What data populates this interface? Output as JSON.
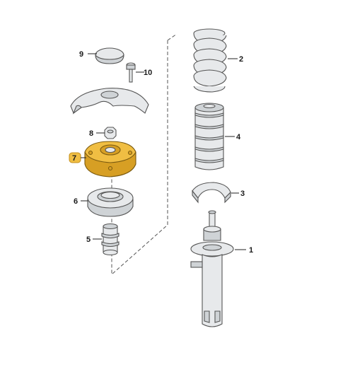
{
  "callouts": [
    {
      "number": "1",
      "highlighted": false
    },
    {
      "number": "2",
      "highlighted": false
    },
    {
      "number": "3",
      "highlighted": false
    },
    {
      "number": "4",
      "highlighted": false
    },
    {
      "number": "5",
      "highlighted": false
    },
    {
      "number": "6",
      "highlighted": false
    },
    {
      "number": "7",
      "highlighted": true
    },
    {
      "number": "8",
      "highlighted": false
    },
    {
      "number": "9",
      "highlighted": false
    },
    {
      "number": "10",
      "highlighted": false
    }
  ],
  "colors": {
    "highlight_part": "#f0be43",
    "highlight_badge": "#f0be43",
    "part_fill": "#e7e9eb",
    "outline": "#555555"
  }
}
